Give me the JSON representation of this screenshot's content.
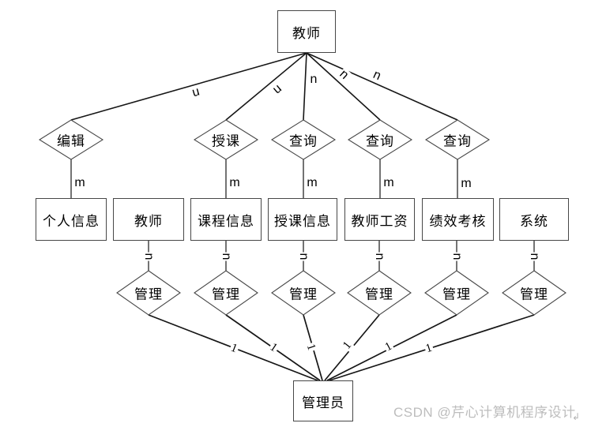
{
  "diagram": {
    "top_entity": {
      "label": "教师"
    },
    "top_relations": [
      {
        "label": "编辑",
        "teacher_cardinality": "n",
        "entity_cardinality": "m"
      },
      {
        "label": "授课",
        "teacher_cardinality": "n",
        "entity_cardinality": "m"
      },
      {
        "label": "查询",
        "teacher_cardinality": "n",
        "entity_cardinality": "m"
      },
      {
        "label": "查询",
        "teacher_cardinality": "n",
        "entity_cardinality": "m"
      },
      {
        "label": "查询",
        "teacher_cardinality": "n",
        "entity_cardinality": "m"
      }
    ],
    "entities": [
      {
        "label": "个人信息"
      },
      {
        "label": "教师"
      },
      {
        "label": "课程信息"
      },
      {
        "label": "授课信息"
      },
      {
        "label": "教师工资"
      },
      {
        "label": "绩效考核"
      },
      {
        "label": "系统"
      }
    ],
    "bottom_relations": [
      {
        "label": "管理",
        "entity_cardinality": "n",
        "admin_cardinality": "1"
      },
      {
        "label": "管理",
        "entity_cardinality": "n",
        "admin_cardinality": "1"
      },
      {
        "label": "管理",
        "entity_cardinality": "n",
        "admin_cardinality": "1"
      },
      {
        "label": "管理",
        "entity_cardinality": "n",
        "admin_cardinality": "1"
      },
      {
        "label": "管理",
        "entity_cardinality": "n",
        "admin_cardinality": "1"
      },
      {
        "label": "管理",
        "entity_cardinality": "n",
        "admin_cardinality": "1"
      }
    ],
    "bottom_entity": {
      "label": "管理员"
    },
    "watermark": {
      "text": "CSDN @芹心计算机程序设计",
      "cursor": "↲"
    },
    "colors": {
      "line": "#161616",
      "shape_border": "#474747",
      "text": "#000000",
      "watermark": "#bdbdbd",
      "background": "#ffffff"
    }
  }
}
